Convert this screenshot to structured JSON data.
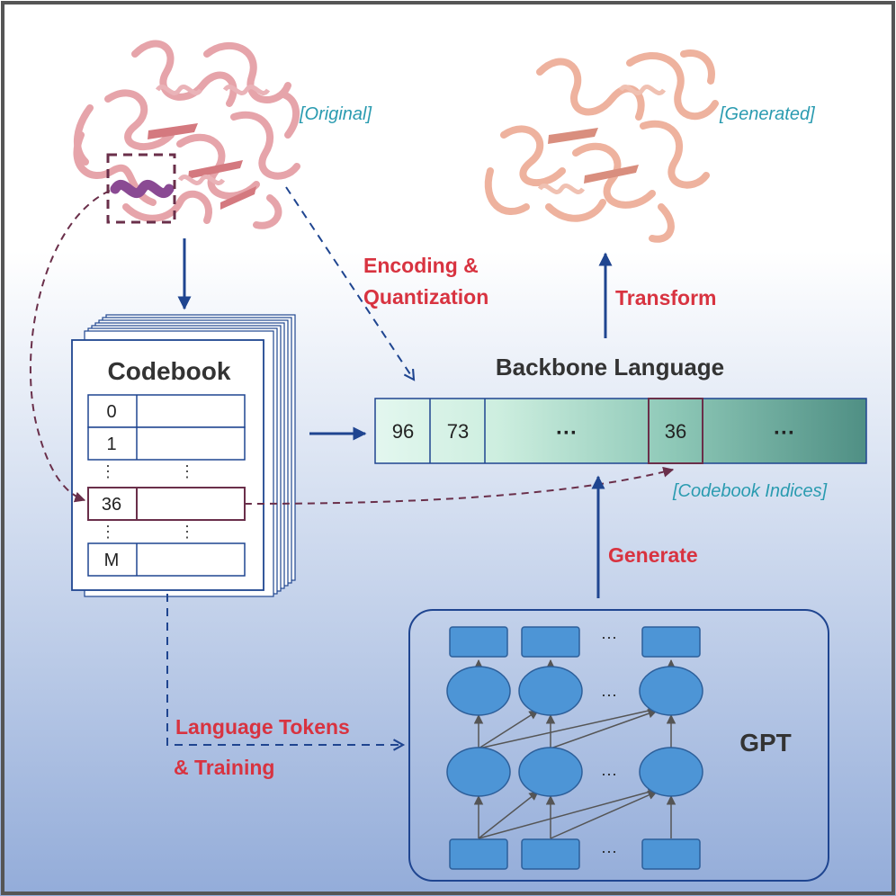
{
  "labels": {
    "original": "[Original]",
    "generated": "[Generated]",
    "encoding_line1": "Encoding &",
    "encoding_line2": "Quantization",
    "transform": "Transform",
    "backbone_language": "Backbone Language",
    "codebook_indices": "[Codebook Indices]",
    "generate": "Generate",
    "language_tokens_line1": "Language Tokens",
    "language_tokens_line2": "& Training",
    "gpt": "GPT"
  },
  "codebook": {
    "title": "Codebook",
    "rows": [
      "0",
      "1",
      "36",
      "M"
    ],
    "vdots": "⋮"
  },
  "sequence": {
    "tokens": [
      "96",
      "73",
      "···",
      "36",
      "···"
    ]
  },
  "gpt": {
    "ellipsis": "···"
  },
  "colors": {
    "accent_red": "#d83340",
    "label_teal": "#2a9bb0",
    "arrow_blue": "#1f4590",
    "highlight_maroon": "#6a2f4a",
    "gpt_node": "#4d95d6",
    "background_top": "#ffffff",
    "background_bottom": "#93acd9"
  }
}
